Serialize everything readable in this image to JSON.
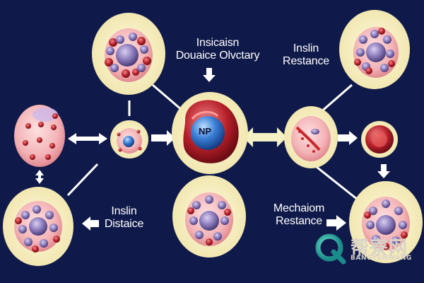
{
  "labels": {
    "top_left_line1": "Insicaisn",
    "top_left_line2": "Douaice Olvctary",
    "top_right_line1": "Inslin",
    "top_right_line2": "Restance",
    "bottom_left_line1": "Inslin",
    "bottom_left_line2": "Distaice",
    "bottom_right_line1": "Mechaiom",
    "bottom_right_line2": "Restance",
    "center_cell": "NP"
  },
  "watermark": {
    "cn_text": "帮寮网",
    "en_text": "BANGYUNWANG"
  },
  "colors": {
    "background": "#101a4a",
    "circle_fill": "#f5eec0",
    "cell_red": "#c8282c",
    "nucleus_blue": "#2f6fc8",
    "cell_purple": "#7a6aa8",
    "arrow_white": "#ffffff",
    "arrow_yellow": "#f2f0c8"
  }
}
